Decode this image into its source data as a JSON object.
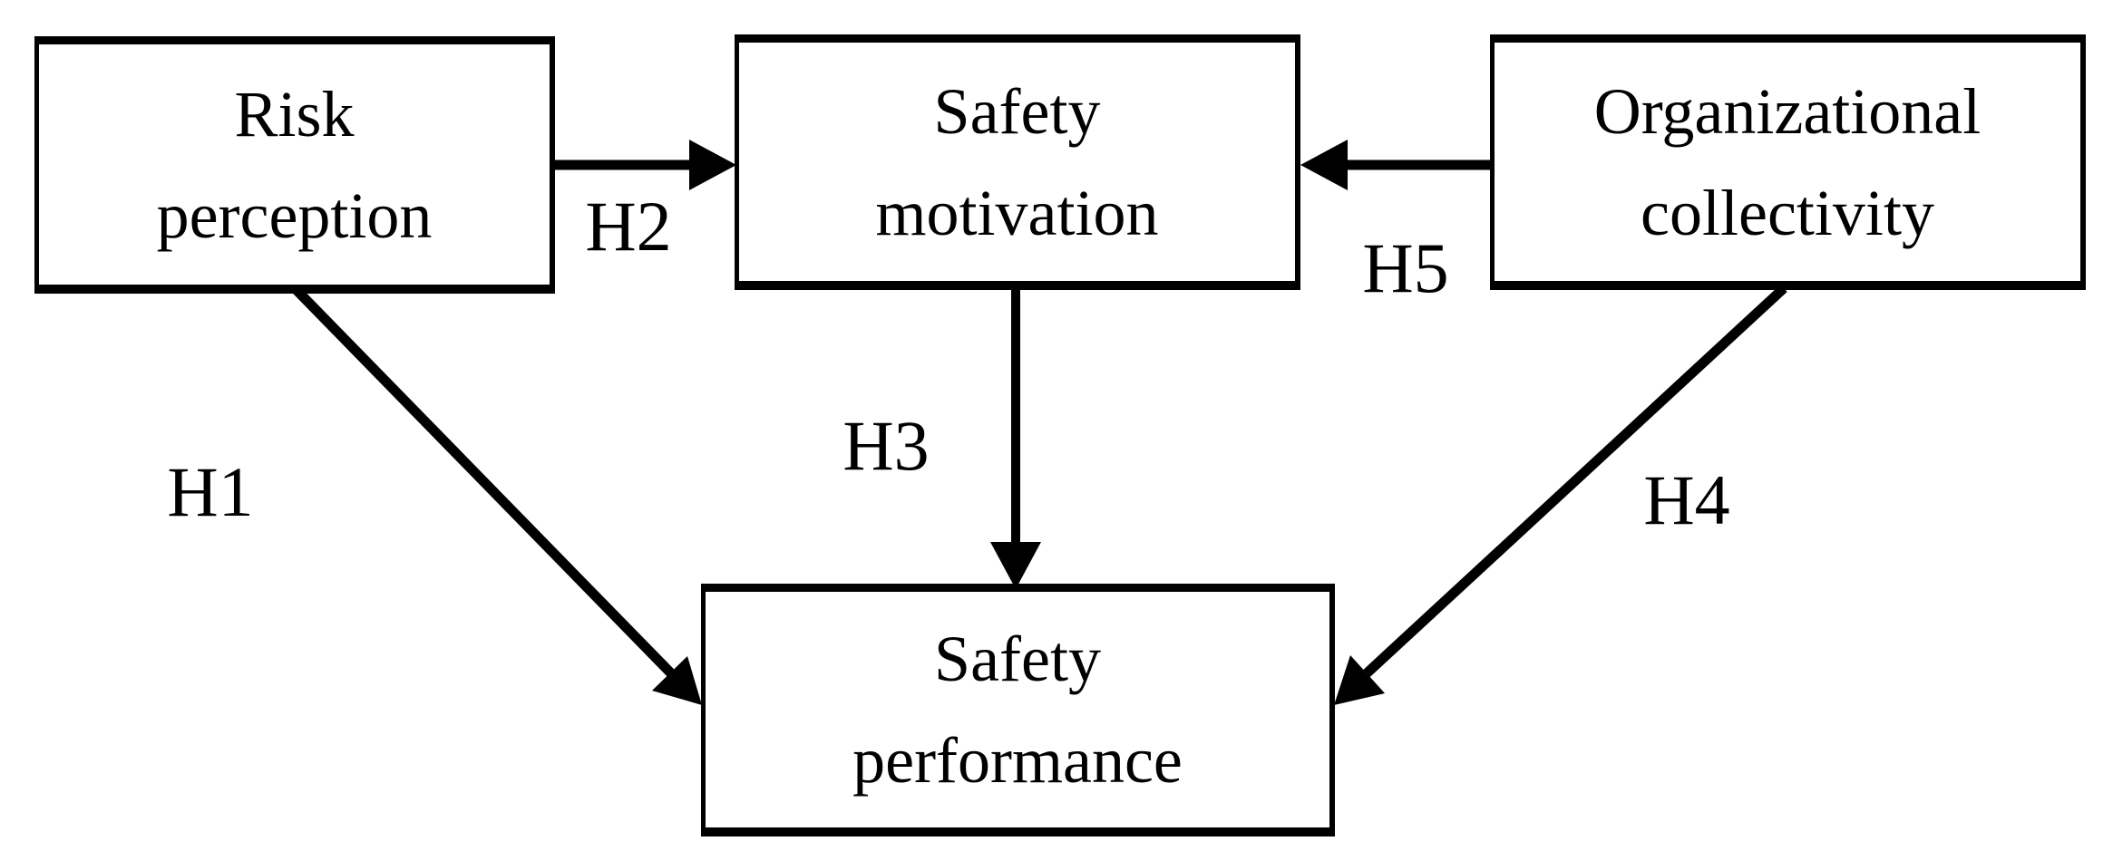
{
  "diagram": {
    "type": "hypothesis-model",
    "colors": {
      "background": "#ffffff",
      "box_fill": "#ffffff",
      "box_border": "#000000",
      "text": "#000000",
      "arrow": "#000000"
    },
    "nodes": [
      {
        "id": "risk-perception",
        "line1": "Risk",
        "line2": "perception"
      },
      {
        "id": "safety-motivation",
        "line1": "Safety",
        "line2": "motivation"
      },
      {
        "id": "organizational-collectivity",
        "line1": "Organizational",
        "line2": "collectivity"
      },
      {
        "id": "safety-performance",
        "line1": "Safety",
        "line2": "performance"
      }
    ],
    "edges": [
      {
        "id": "h1",
        "label": "H1",
        "from": "Risk perception",
        "to": "Safety performance"
      },
      {
        "id": "h2",
        "label": "H2",
        "from": "Risk perception",
        "to": "Safety motivation"
      },
      {
        "id": "h3",
        "label": "H3",
        "from": "Safety motivation",
        "to": "Safety performance"
      },
      {
        "id": "h4",
        "label": "H4",
        "from": "Organizational collectivity",
        "to": "Safety performance"
      },
      {
        "id": "h5",
        "label": "H5",
        "from": "Organizational collectivity",
        "to": "Safety motivation"
      }
    ]
  }
}
